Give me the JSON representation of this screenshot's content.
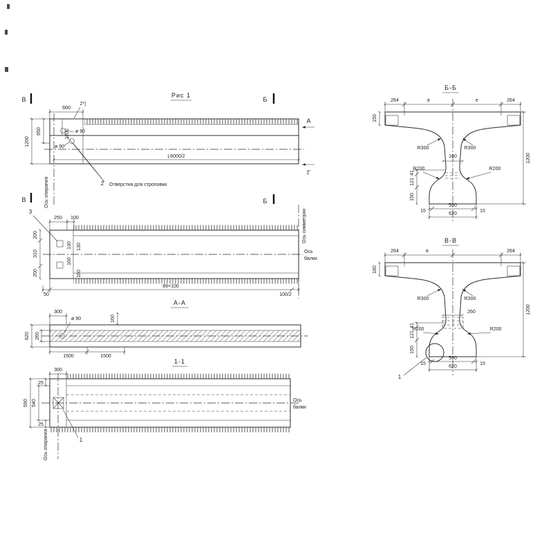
{
  "drawing": {
    "title": "Рис 1"
  },
  "markers": {
    "v": "В",
    "b": "Б",
    "a": "А",
    "g": "Г"
  },
  "axes": {
    "support": "Ось опирания",
    "symmetry": "Ось симметрии",
    "beam_line1": "Ось",
    "beam_line2": "балки"
  },
  "elevation": {
    "d600": "600",
    "note": "2*)",
    "d650": "650",
    "d1200": "1200",
    "d1200_inner": "1200",
    "dia90_top": "ø 90",
    "dia90_bot": "ø 90",
    "length": "L6000/2",
    "callout": "2",
    "holes_note": "Отверстия для строповки"
  },
  "plan": {
    "callout": "3",
    "d250": "250",
    "d100": "100",
    "d130a": "130",
    "d160a": "160",
    "d130b": "130",
    "d160b": "160",
    "d200a": "200",
    "d310": "310",
    "d200b": "200",
    "d50": "50",
    "spacing": "89×100",
    "half": "100/2"
  },
  "section_aa": {
    "title": "А-А",
    "d300": "300",
    "dia90": "ø 90",
    "d160": "160",
    "d620": "620",
    "d260": "260",
    "d1500a": "1500",
    "d1500b": "1500"
  },
  "section_11": {
    "title": "1-1",
    "d300": "300",
    "d25a": "25",
    "d540": "540",
    "d590": "590",
    "d25b": "25",
    "callout": "1"
  },
  "section_bb": {
    "title": "Б-Б",
    "d264l": "264",
    "dv": "в",
    "de": "е",
    "d264r": "264",
    "d150": "150",
    "r300": "R300",
    "d160": "160",
    "r200": "R200",
    "h41": "41",
    "h121": "121",
    "h150": "150",
    "d1200": "1200",
    "d15": "15",
    "d590": "590",
    "d620": "620"
  },
  "section_vv": {
    "title": "В-В",
    "d264l": "264",
    "dv": "в",
    "d264r": "264",
    "d180": "180",
    "r300": "R300",
    "d260": "260",
    "r200": "R200",
    "h41": "41",
    "h121": "121",
    "h150": "150",
    "d1200": "1200",
    "d15": "15",
    "d590": "590",
    "d620": "620",
    "callout": "1"
  }
}
